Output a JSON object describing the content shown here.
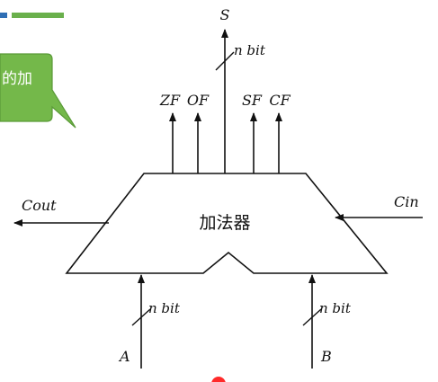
{
  "slide": {
    "header_bar_colors": [
      "#2f6fb5",
      "#6ab04c"
    ],
    "callout": {
      "text": "的加",
      "fill": "#74b84a",
      "stroke": "#5a9a38",
      "text_color": "#ffffff"
    },
    "laser_pointer_color": "#ff2a2a"
  },
  "diagram": {
    "adder_label": "加法器",
    "outputs": {
      "sum": "S",
      "sum_width": "n bit",
      "flags": [
        "ZF",
        "OF",
        "SF",
        "CF"
      ]
    },
    "inputs": {
      "a": "A",
      "a_width": "n bit",
      "b": "B",
      "b_width": "n bit",
      "carry_in": "Cin"
    },
    "carry_out": "Cout"
  }
}
